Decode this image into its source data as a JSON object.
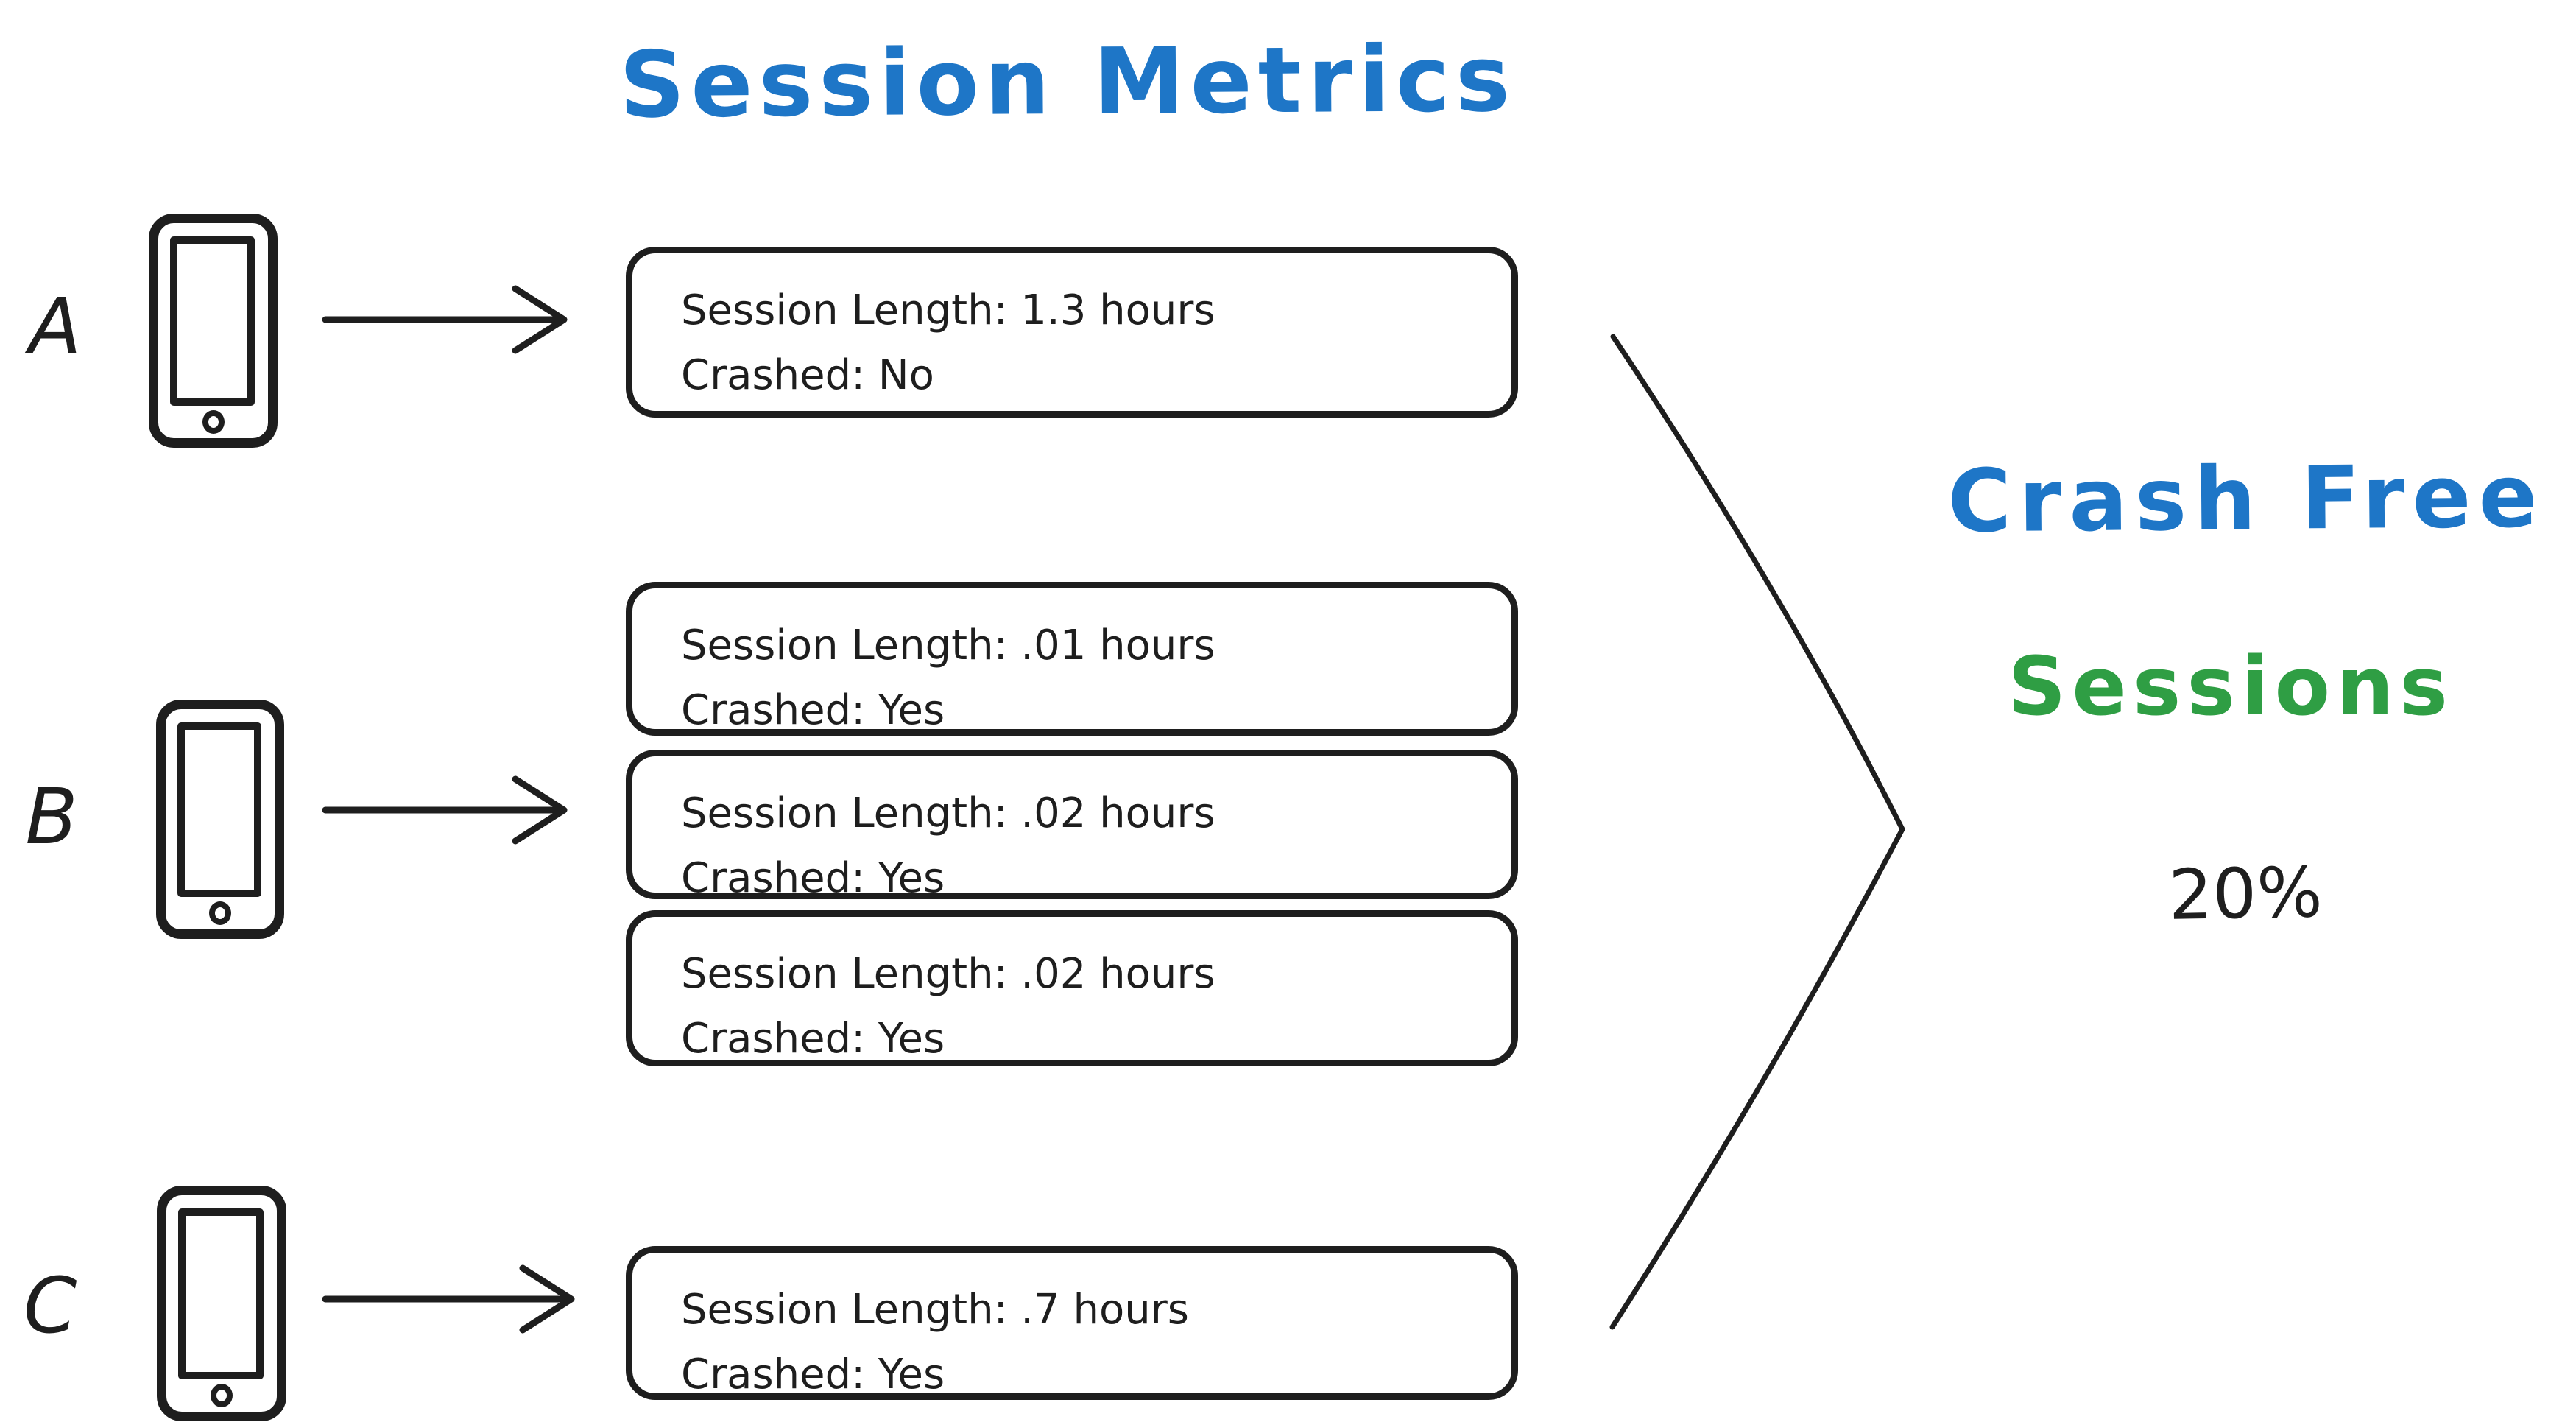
{
  "title": {
    "text": "Session Metrics"
  },
  "colors": {
    "ink": "#1e1e1e",
    "blue": "#1e76c7",
    "green": "#2f9e44",
    "background": "#ffffff"
  },
  "devices": [
    {
      "label": "A"
    },
    {
      "label": "B"
    },
    {
      "label": "C"
    }
  ],
  "sessions": [
    {
      "length": "Session Length: 1.3 hours",
      "crashed": "Crashed: No"
    },
    {
      "length": "Session Length: .01 hours",
      "crashed": "Crashed: Yes"
    },
    {
      "length": "Session Length: .02 hours",
      "crashed": "Crashed: Yes"
    },
    {
      "length": "Session Length: .02 hours",
      "crashed": "Crashed: Yes"
    },
    {
      "length": "Session Length: .7 hours",
      "crashed": "Crashed: Yes"
    }
  ],
  "result": {
    "line1": "Crash Free",
    "line2": "Sessions",
    "value": "20%"
  }
}
